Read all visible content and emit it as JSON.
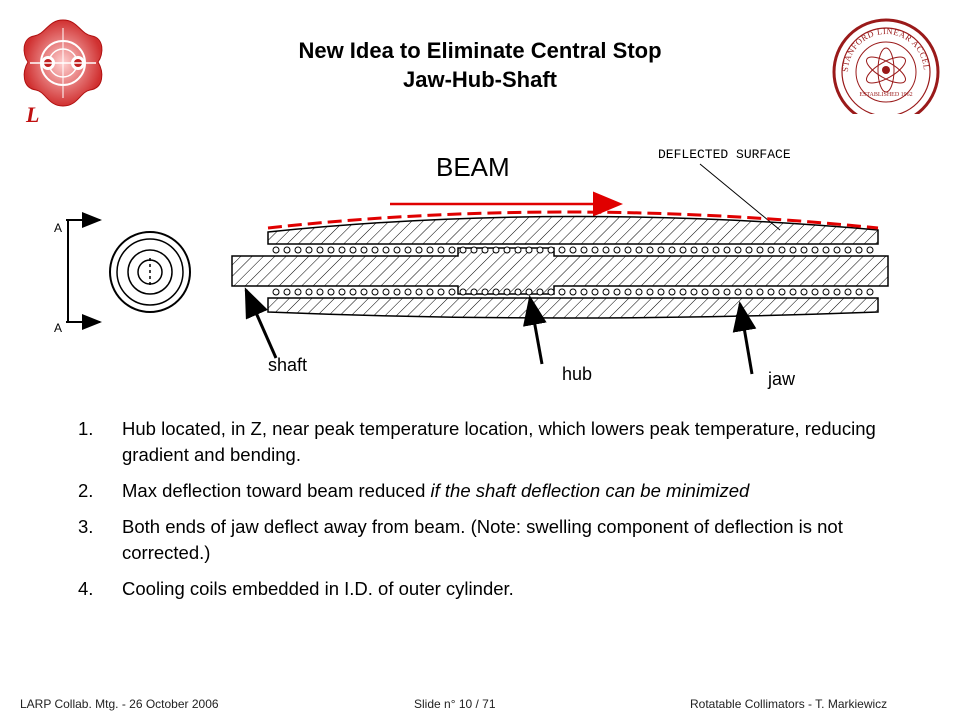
{
  "title": {
    "line1": "New Idea to Eliminate Central Stop",
    "line2": "Jaw-Hub-Shaft"
  },
  "logos": {
    "left": {
      "text": "L",
      "icon": "larp-logo"
    },
    "right": {
      "icon": "slac-seal",
      "text": "STANFORD LINEAR ACCELERATOR CENTER",
      "year": "ESTABLISHED 1962"
    }
  },
  "diagram": {
    "beam_label": "BEAM",
    "deflected_label": "DEFLECTED SURFACE",
    "section_label_a": "A",
    "labels": {
      "shaft": "shaft",
      "hub": "hub",
      "jaw": "jaw"
    },
    "colors": {
      "beam": "#e00000",
      "outline": "#000000"
    }
  },
  "items": [
    {
      "num": "1.",
      "text": "Hub located, in Z, near peak temperature location, which lowers peak temperature, reducing gradient and bending."
    },
    {
      "num": "2.",
      "text_plain": "Max deflection toward beam reduced ",
      "text_italic": "if the shaft deflection can be minimized"
    },
    {
      "num": "3.",
      "text": "Both ends of jaw deflect away from beam.  (Note: swelling component of deflection is not corrected.)"
    },
    {
      "num": "4.",
      "text": "Cooling coils embedded in I.D. of outer cylinder."
    }
  ],
  "footer": {
    "left": "LARP Collab. Mtg.  -  26 October 2006",
    "center": "Slide n° 10 / 71",
    "right": "Rotatable Collimators  -  T. Markiewicz"
  }
}
